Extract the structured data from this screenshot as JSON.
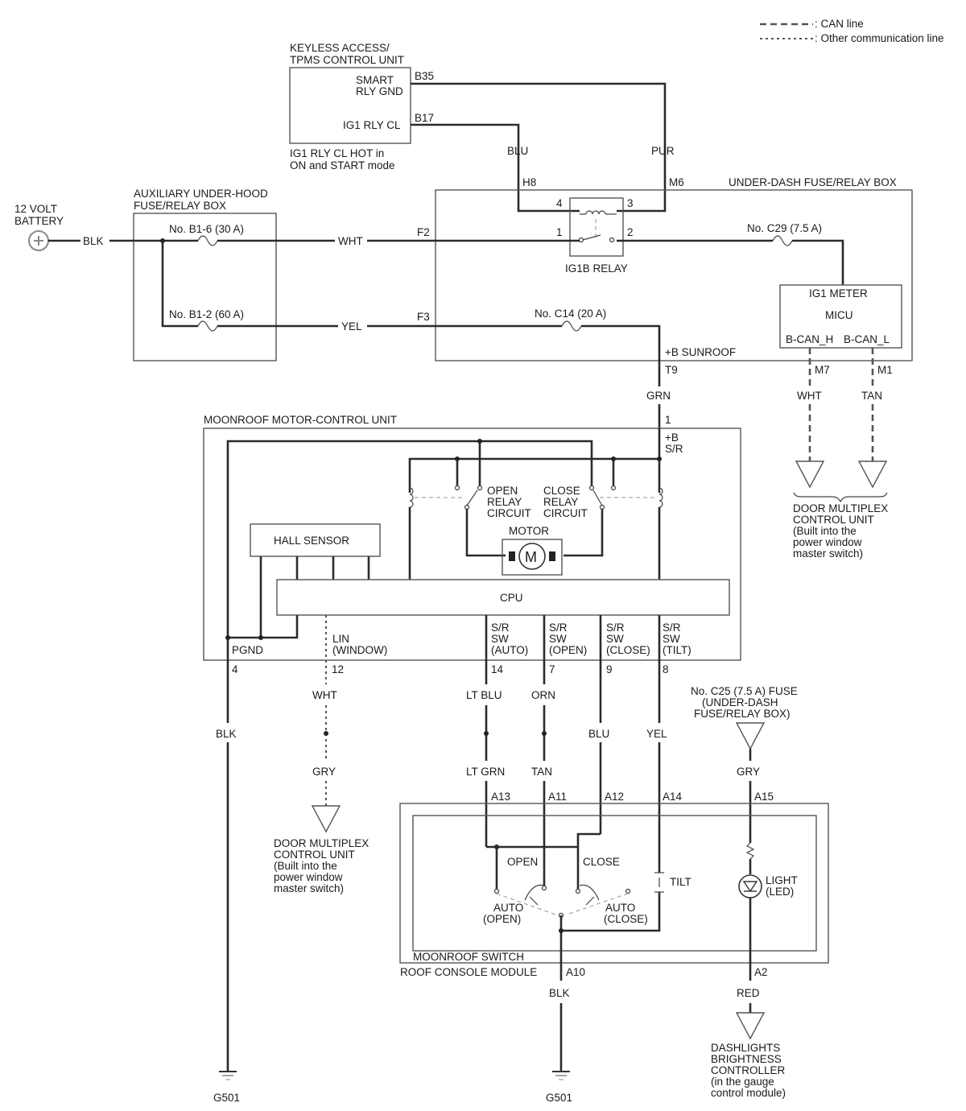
{
  "legend": {
    "can": ": CAN line",
    "other": ": Other communication line"
  },
  "units": {
    "keyless": {
      "title1": "KEYLESS ACCESS/",
      "title2": "TPMS CONTROL UNIT",
      "smart1": "SMART",
      "smart2": "RLY GND",
      "ig1": "IG1 RLY CL",
      "note1": "IG1 RLY CL HOT in",
      "note2": "ON and START mode"
    },
    "battery": {
      "line1": "12 VOLT",
      "line2": "BATTERY"
    },
    "aux_box": {
      "line1": "AUXILIARY UNDER-HOOD",
      "line2": "FUSE/RELAY BOX",
      "fuse_b16": "No. B1-6 (30 A)",
      "fuse_b12": "No. B1-2 (60 A)"
    },
    "underdash": {
      "title": "UNDER-DASH FUSE/RELAY BOX",
      "relay": "IG1B RELAY",
      "fuse_c29": "No. C29 (7.5 A)",
      "fuse_c14": "No. C14 (20 A)",
      "sunroof": "+B SUNROOF"
    },
    "micu": {
      "ig1meter": "IG1 METER",
      "micu": "MICU",
      "bcanh": "B-CAN_H",
      "bcanl": "B-CAN_L"
    },
    "door_mux_right": {
      "line1": "DOOR MULTIPLEX",
      "line2": "CONTROL UNIT",
      "line3": "(Built into the",
      "line4": "power window",
      "line5": "master switch)"
    },
    "door_mux_left": {
      "line1": "DOOR MULTIPLEX",
      "line2": "CONTROL UNIT",
      "line3": "(Built into the",
      "line4": "power window",
      "line5": "master switch)"
    },
    "motor_unit": {
      "title": "MOONROOF MOTOR-CONTROL UNIT",
      "bsr1": "+B",
      "bsr2": "S/R",
      "open1": "OPEN",
      "open2": "RELAY",
      "open3": "CIRCUIT",
      "close1": "CLOSE",
      "close2": "RELAY",
      "close3": "CIRCUIT",
      "motor": "MOTOR",
      "motor_symbol": "M",
      "hall": "HALL SENSOR",
      "cpu": "CPU",
      "pgnd": "PGND",
      "lin1": "LIN",
      "lin2": "(WINDOW)",
      "sw_auto": [
        "S/R",
        "SW",
        "(AUTO)"
      ],
      "sw_open": [
        "S/R",
        "SW",
        "(OPEN)"
      ],
      "sw_close": [
        "S/R",
        "SW",
        "(CLOSE)"
      ],
      "sw_tilt": [
        "S/R",
        "SW",
        "(TILT)"
      ]
    },
    "c25": {
      "line1": "No. C25 (7.5 A) FUSE",
      "line2": "(UNDER-DASH",
      "line3": "FUSE/RELAY BOX)"
    },
    "switch": {
      "open": "OPEN",
      "close": "CLOSE",
      "tilt": "TILT",
      "auto_open1": "AUTO",
      "auto_open2": "(OPEN)",
      "auto_close1": "AUTO",
      "auto_close2": "(CLOSE)",
      "light1": "LIGHT",
      "light2": "(LED)",
      "moonroof": "MOONROOF SWITCH",
      "console": "ROOF CONSOLE MODULE"
    },
    "dashlights": {
      "line1": "DASHLIGHTS",
      "line2": "BRIGHTNESS",
      "line3": "CONTROLLER",
      "line4": "(in the gauge",
      "line5": "control module)"
    },
    "ground": {
      "left": "G501",
      "right": "G501"
    }
  },
  "pins": {
    "b35": "B35",
    "b17": "B17",
    "h8": "H8",
    "m6": "M6",
    "f2": "F2",
    "f3": "F3",
    "r4": "4",
    "r3": "3",
    "r1": "1",
    "r2": "2",
    "t9": "T9",
    "m7": "M7",
    "m1": "M1",
    "p1": "1",
    "p4": "4",
    "p12": "12",
    "p14": "14",
    "p7": "7",
    "p9": "9",
    "p8": "8",
    "a13": "A13",
    "a11": "A11",
    "a12": "A12",
    "a14": "A14",
    "a15": "A15",
    "a10": "A10",
    "a2": "A2"
  },
  "wires": {
    "blk_batt": "BLK",
    "wht_f2": "WHT",
    "yel_f3": "YEL",
    "blu_h8": "BLU",
    "pur_m6": "PUR",
    "grn_t9": "GRN",
    "wht_m7": "WHT",
    "tan_m1": "TAN",
    "blk_pgnd": "BLK",
    "wht_lin": "WHT",
    "gry_lin": "GRY",
    "ltblu": "LT BLU",
    "ltgrn": "LT GRN",
    "orn": "ORN",
    "tan": "TAN",
    "blu": "BLU",
    "yel": "YEL",
    "gry_a15": "GRY",
    "blk_a10": "BLK",
    "red_a2": "RED"
  }
}
